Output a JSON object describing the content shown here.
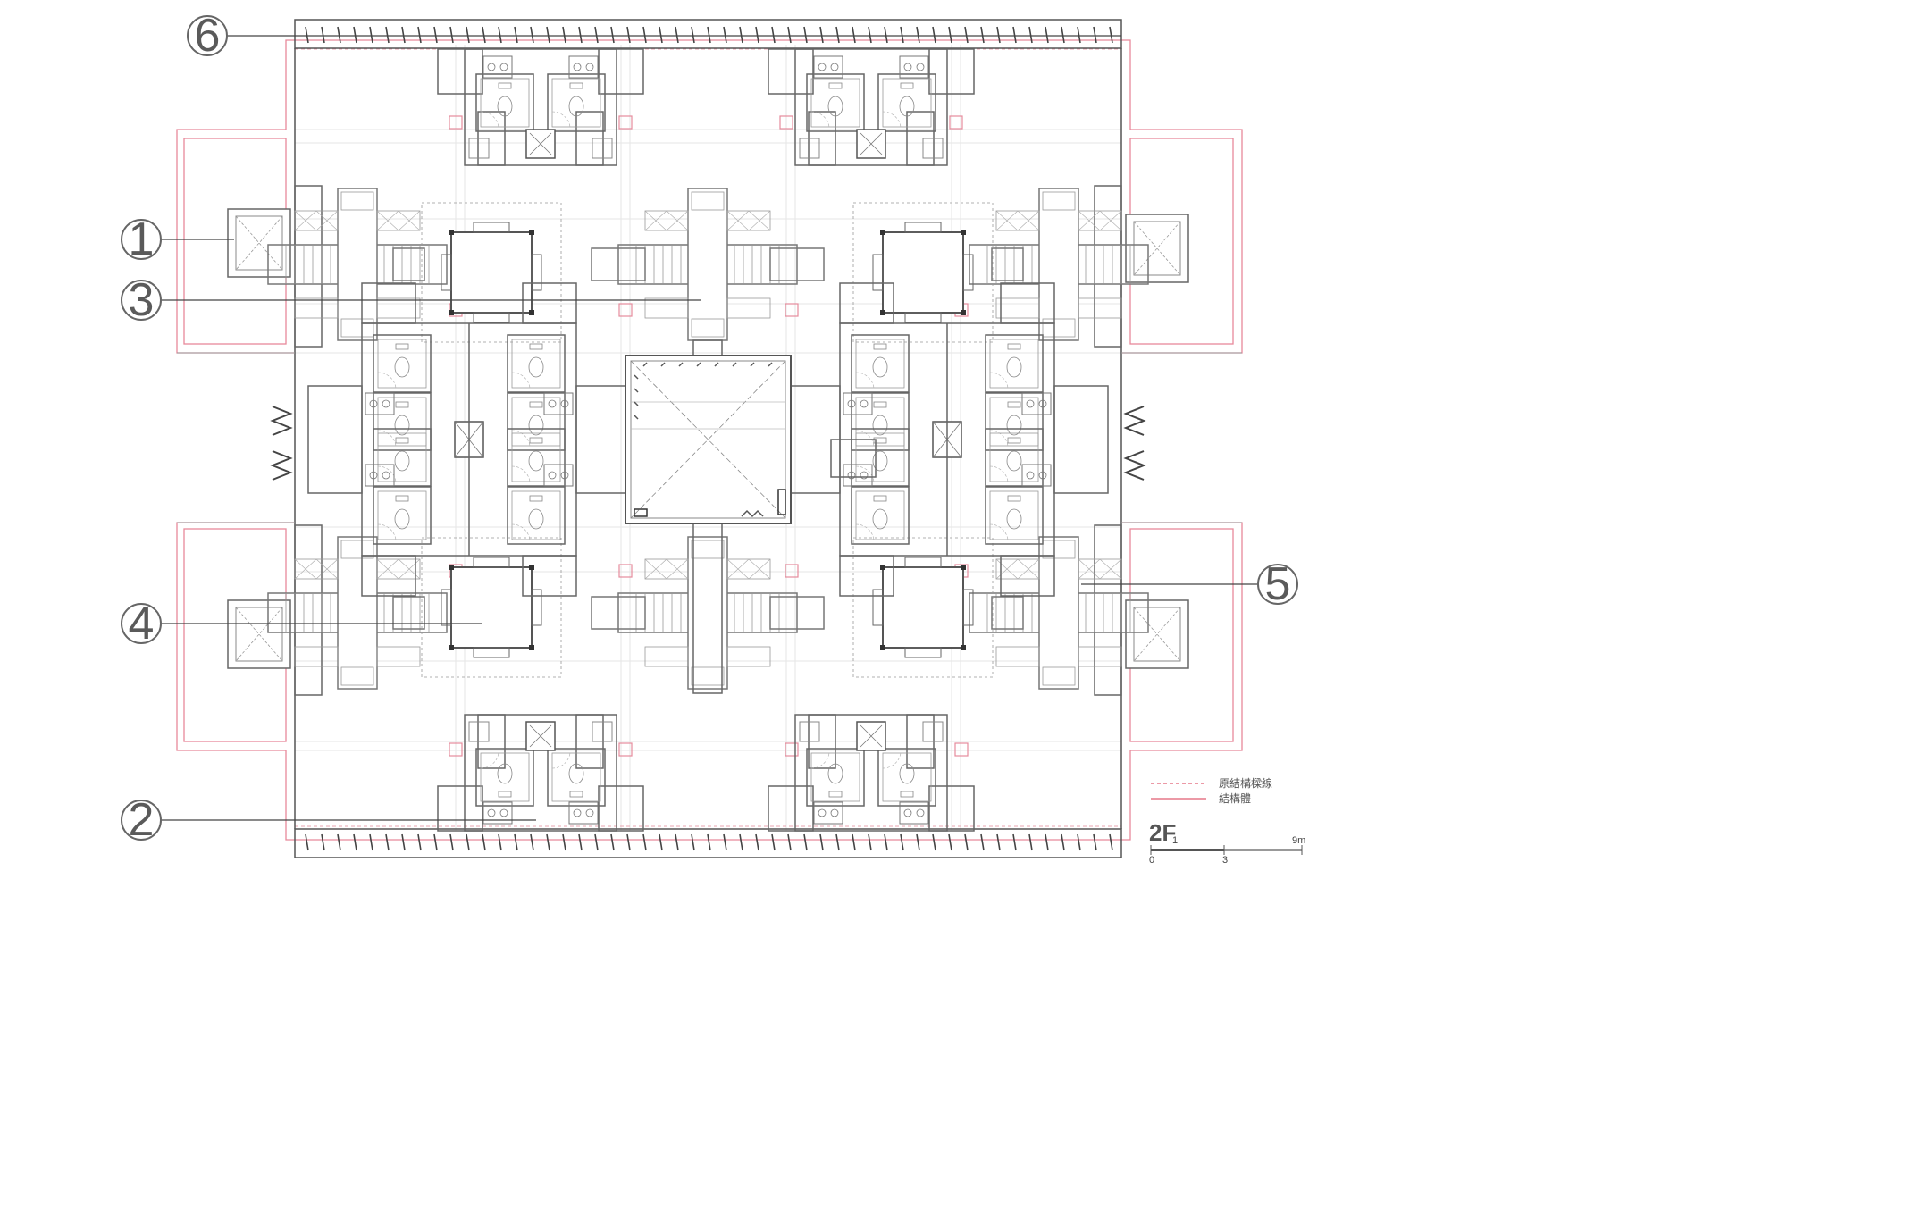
{
  "plan": {
    "floor_label": "2F",
    "callouts": [
      "1",
      "2",
      "3",
      "4",
      "5",
      "6"
    ],
    "legend": [
      {
        "text": "原結構樑線",
        "style": "dashed",
        "color": "#e05c70"
      },
      {
        "text": "結構體",
        "style": "solid",
        "color": "#e05c70"
      }
    ],
    "scale_bar": {
      "top_ticks": [
        "1",
        "9m"
      ],
      "bottom_ticks": [
        "0",
        "3"
      ]
    }
  }
}
